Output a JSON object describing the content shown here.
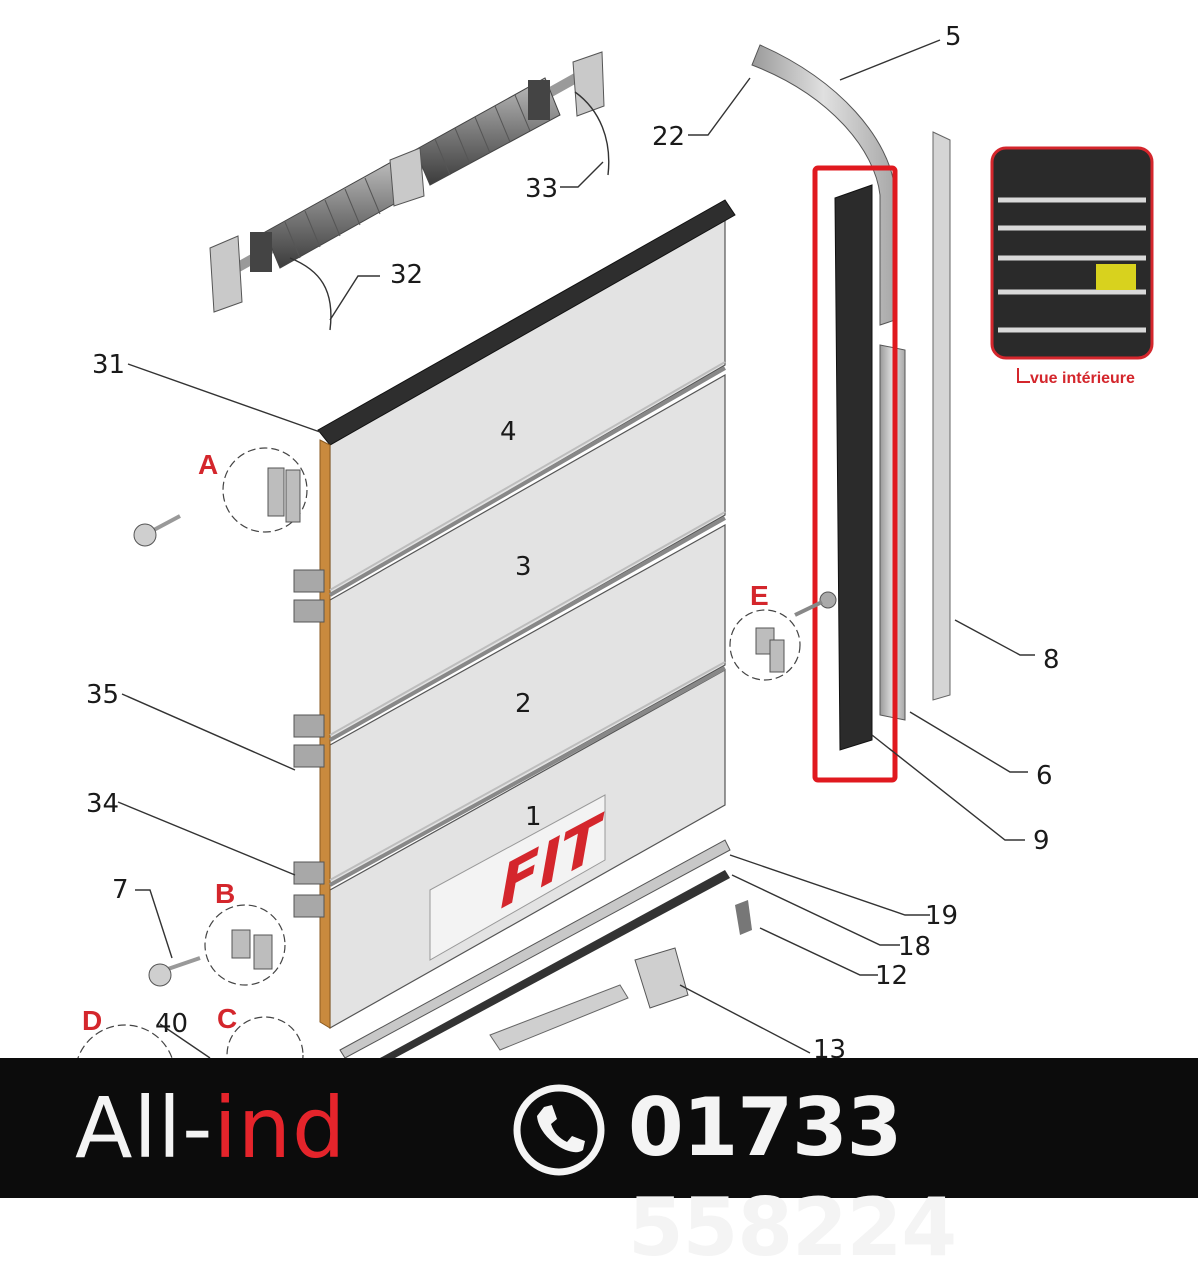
{
  "callouts": {
    "n1": "1",
    "n2": "2",
    "n3": "3",
    "n4": "4",
    "n5": "5",
    "n6": "6",
    "n7": "7",
    "n8": "8",
    "n9": "9",
    "n12": "12",
    "n13": "13",
    "n18": "18",
    "n19": "19",
    "n22": "22",
    "n31": "31",
    "n32": "32",
    "n33": "33",
    "n34": "34",
    "n35": "35",
    "n40": "40"
  },
  "detail_letters": {
    "a": "A",
    "b": "B",
    "c": "C",
    "d": "D",
    "e": "E"
  },
  "inset": {
    "caption": "vue intérieure"
  },
  "panel_logo": "FIT",
  "footer": {
    "brand_white": "All-",
    "brand_red": "ind",
    "phone": "01733 558224"
  },
  "colors": {
    "highlight": "#d4262c",
    "footer_bg": "#0c0c0c",
    "brand_red": "#e5242b",
    "panel_gray": "#e3e3e3"
  },
  "icons": [
    "phone-icon"
  ]
}
